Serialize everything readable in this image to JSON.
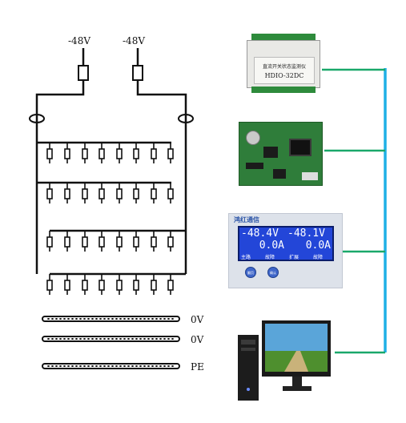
{
  "voltage_labels": [
    "-48V",
    "-48V"
  ],
  "bus_labels": [
    "0V",
    "0V",
    "PE"
  ],
  "module1": {
    "title": "直流开关状态监测仪",
    "model": "HDIO-32DC"
  },
  "meter": {
    "brand": "鸿红通信",
    "readings": [
      "-48.4V",
      "-48.1V",
      "0.0A",
      "0.0A"
    ],
    "sub_labels": [
      "主路",
      "故障",
      "扩展",
      "故障"
    ],
    "buttons": [
      "翻页",
      "确认"
    ]
  },
  "colors": {
    "wire": "#111111",
    "network_link": "#1fb0e6",
    "connector": "#1aa86a",
    "pcb": "#2f7d3a",
    "meter_screen": "#2346d8"
  },
  "icons": [
    "fuse-icon",
    "current-sensor-icon",
    "breaker-icon",
    "computer-icon"
  ]
}
